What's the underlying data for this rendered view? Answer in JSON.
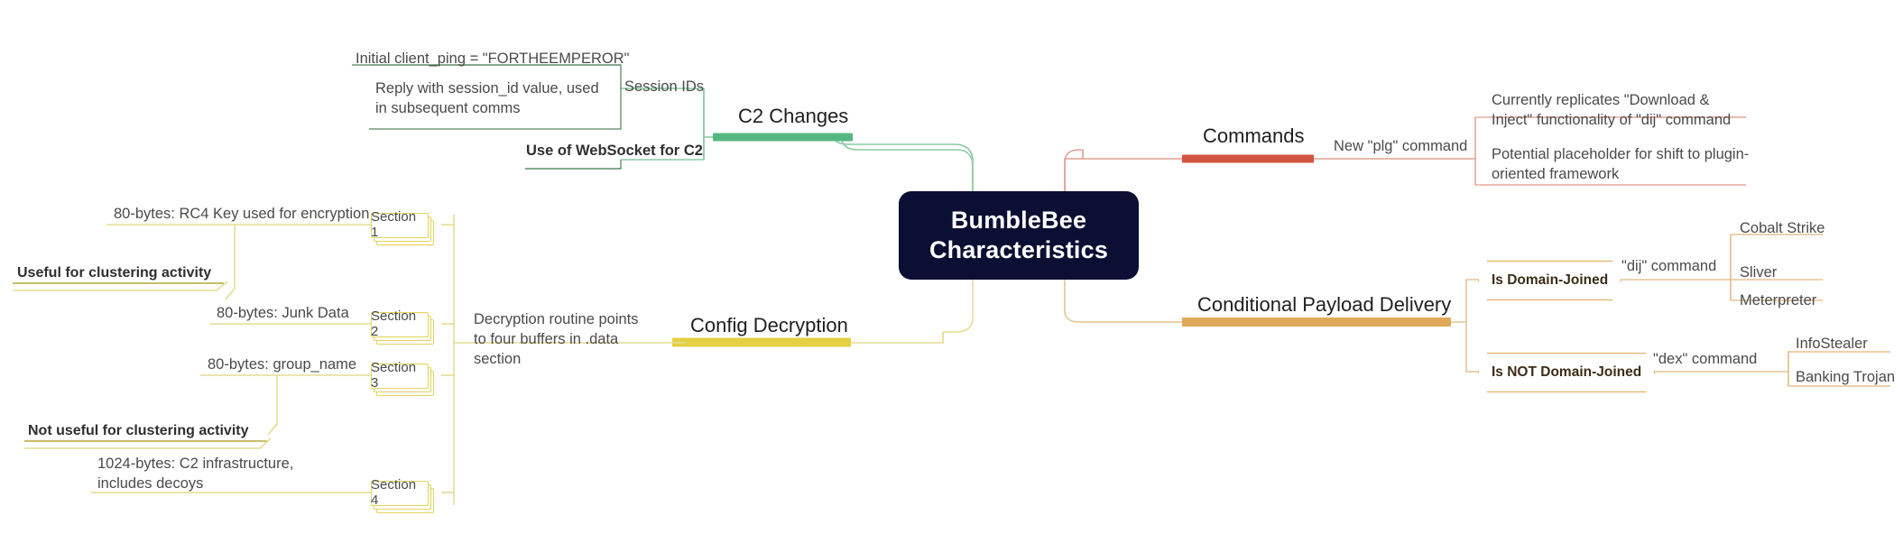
{
  "diagram": {
    "type": "mindmap",
    "root": {
      "line1": "BumbleBee",
      "line2": "Characteristics",
      "color": "#0b0f33"
    }
  },
  "branches": {
    "c2_changes": {
      "title": "C2 Changes",
      "color": "#56b881",
      "edge_label": "Session IDs",
      "children": [
        {
          "label": "Initial client_ping = \"FORTHEEMPEROR\"",
          "bold": false
        },
        {
          "label": "Reply with session_id value, used in subsequent comms",
          "bold": false
        },
        {
          "label": "Use of WebSocket for C2",
          "bold": true
        }
      ]
    },
    "commands": {
      "title": "Commands",
      "color": "#d1543f",
      "edge_label": "New \"plg\" command",
      "children": [
        {
          "label": "Currently replicates \"Download & Inject\" functionality of \"dij\" command"
        },
        {
          "label": "Potential placeholder for shift to plugin-oriented framework"
        }
      ]
    },
    "conditional_payload_delivery": {
      "title": "Conditional Payload Delivery",
      "color": "#e0a957",
      "decisions": [
        {
          "label": "Is Domain-Joined",
          "edge_label": "\"dij\" command",
          "payloads": [
            "Cobalt Strike",
            "Sliver",
            "Meterpreter"
          ]
        },
        {
          "label": "Is NOT Domain-Joined",
          "edge_label": "\"dex\" command",
          "payloads": [
            "InfoStealer",
            "Banking Trojan"
          ]
        }
      ]
    },
    "config_decryption": {
      "title": "Config Decryption",
      "color": "#e3d143",
      "edge_label": "Decryption routine points to four buffers in .data section",
      "sections": [
        {
          "box": "Section 1",
          "detail": "80-bytes: RC4 Key used for encryption"
        },
        {
          "box": "Section 2",
          "detail": "80-bytes: Junk Data"
        },
        {
          "box": "Section 3",
          "detail": "80-bytes: group_name"
        },
        {
          "box": "Section 4",
          "detail": "1024-bytes: C2 infrastructure, includes decoys"
        }
      ],
      "callouts": [
        {
          "text": "Useful for clustering activity"
        },
        {
          "text": "Not useful for clustering activity"
        }
      ]
    }
  }
}
